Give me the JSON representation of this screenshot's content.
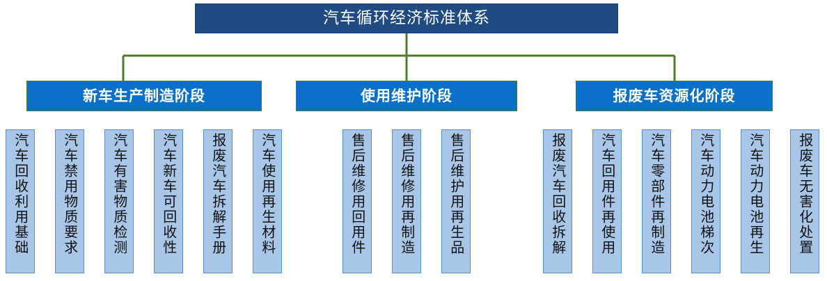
{
  "diagram": {
    "type": "organizational-tree",
    "title": "汽车循环经济标准体系",
    "colors": {
      "root_fill": "#1f4b82",
      "stage_fill": "#0a70c8",
      "leaf_fill": "#a8c6e8",
      "leaf_border": "#5b8cc4",
      "connector": "#4c7a2e",
      "root_text": "#ffffff",
      "stage_text": "#ffffff",
      "leaf_text": "#111111",
      "background": "#ffffff"
    },
    "stages": [
      {
        "label": "新车生产制造阶段",
        "items": [
          {
            "label": "汽车回收利用基础"
          },
          {
            "label": "汽车禁用物质要求"
          },
          {
            "label": "汽车有害物质检测"
          },
          {
            "label": "汽车新车可回收性"
          },
          {
            "label": "报废汽车拆解手册"
          },
          {
            "label": "汽车使用再生材料"
          }
        ]
      },
      {
        "label": "使用维护阶段",
        "items": [
          {
            "label": "售后维修用回用件"
          },
          {
            "label": "售后维修用再制造"
          },
          {
            "label": "售后维护用再生品"
          }
        ]
      },
      {
        "label": "报废车资源化阶段",
        "items": [
          {
            "label": "报废汽车回收拆解"
          },
          {
            "label": "汽车回用件再使用"
          },
          {
            "label": "汽车零部件再制造"
          },
          {
            "label": "汽车动力电池梯次"
          },
          {
            "label": "汽车动力电池再生"
          },
          {
            "label": "报废车无害化处置"
          }
        ]
      }
    ]
  }
}
